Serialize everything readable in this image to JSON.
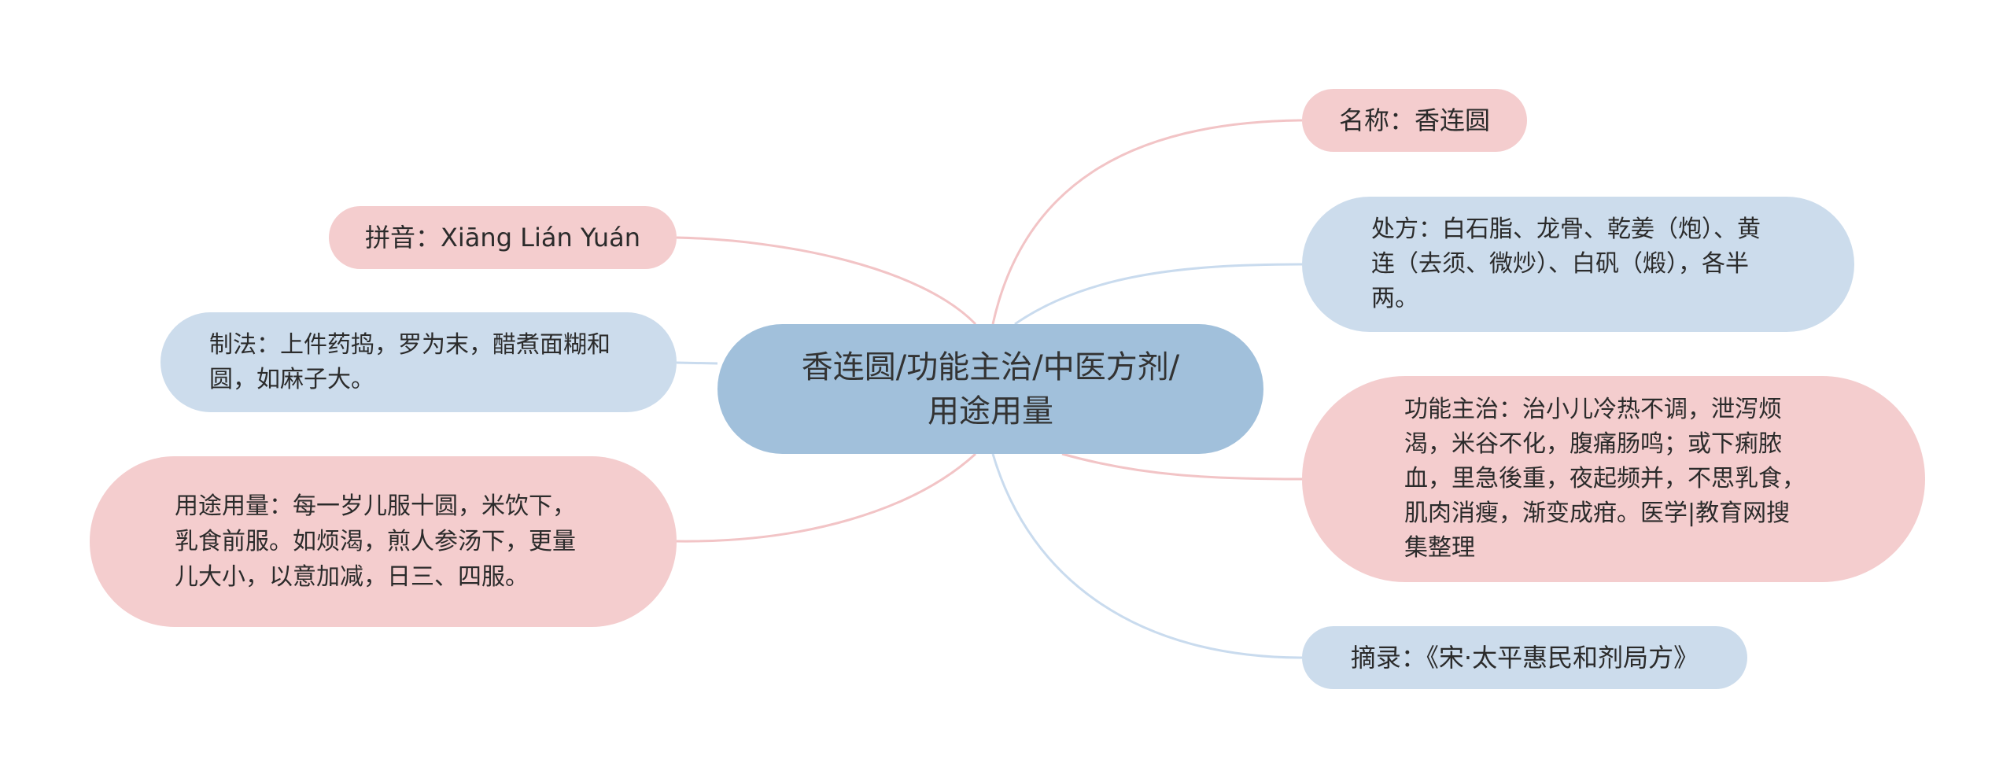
{
  "colors": {
    "center_fill": "#a1c0db",
    "pink_fill": "#f4cdce",
    "blue_fill": "#ccdcec",
    "pink_link": "#f2c4c6",
    "blue_link": "#c9dbee",
    "text": "#2b2b2b"
  },
  "center": {
    "label": "香连圆/功能主治/中医方剂/用途用量"
  },
  "branches": {
    "pinyin": "拼音：Xiāng Lián Yuán",
    "method": "制法：上件药捣，罗为末，醋煮面糊和圆，如麻子大。",
    "dosage": "用途用量：每一岁儿服十圆，米饮下，乳食前服。如烦渴，煎人参汤下，更量儿大小，以意加减，日三、四服。",
    "name": "名称：香连圆",
    "recipe": "处方：白石脂、龙骨、乾姜（炮）、黄连（去须、微炒）、白矾（煅），各半两。",
    "function": "功能主治：治小儿冷热不调，泄泻烦渴，米谷不化，腹痛肠鸣；或下痢脓血，里急後重，夜起频并，不思乳食，肌肉消瘦，渐变成疳。医学|教育网搜集整理",
    "source": "摘录：《宋·太平惠民和剂局方》"
  }
}
